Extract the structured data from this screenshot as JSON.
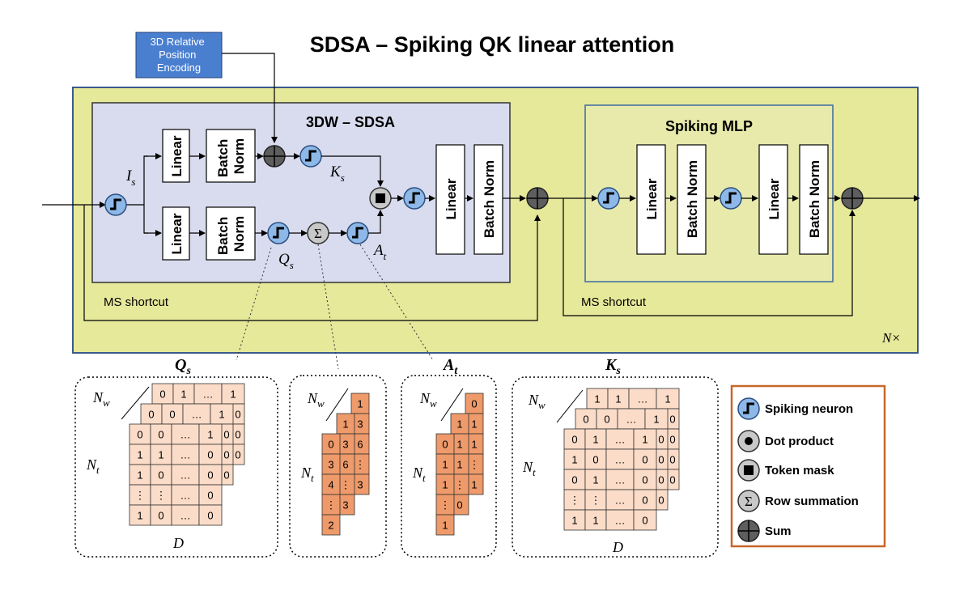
{
  "title": "SDSA – Spiking QK linear attention",
  "pos_encoding": {
    "lines": [
      "3D Relative",
      "Position",
      "Encoding"
    ]
  },
  "sdsa_block": {
    "title": "3DW – SDSA",
    "linear": "Linear",
    "batch_norm_lines": [
      "Batch",
      "Norm"
    ],
    "batch_norm": "Batch Norm"
  },
  "mlp_block": {
    "title": "Spiking MLP",
    "linear": "Linear",
    "batch_norm": "Batch Norm"
  },
  "shortcut_label": "MS shortcut",
  "repeat_label": "N×",
  "var_labels": {
    "Is_base": "I",
    "Is_sub": "s",
    "Ks_base": "K",
    "Ks_sub": "s",
    "Qs_base": "Q",
    "Qs_sub": "s",
    "At_base": "A",
    "At_sub": "t"
  },
  "matrix_titles": {
    "Qs_base": "Q",
    "Qs_sub": "s",
    "At_base": "A",
    "At_sub": "t",
    "Ks_base": "K",
    "Ks_sub": "s"
  },
  "axis": {
    "Nw_base": "N",
    "Nw_sub": "w",
    "Nt_base": "N",
    "Nt_sub": "t",
    "D": "D"
  },
  "qs_matrix": {
    "back_row": [
      "0",
      "1",
      "…",
      "1"
    ],
    "mid_row": [
      "0",
      "0",
      "…",
      "1"
    ],
    "front": [
      [
        "0",
        "0",
        "…",
        "1"
      ],
      [
        "1",
        "1",
        "…",
        "0"
      ],
      [
        "1",
        "0",
        "…",
        "0"
      ],
      [
        "⋮",
        "⋮",
        "…",
        "0"
      ],
      [
        "1",
        "0",
        "…",
        "0"
      ]
    ],
    "right_edge": [
      "0",
      "0",
      "0"
    ]
  },
  "sum_matrix": {
    "back": [
      "1",
      "3",
      "6",
      "⋮",
      "3"
    ],
    "mid": [
      "1",
      "3",
      "6",
      "⋮",
      "3"
    ],
    "front": [
      "0",
      "3",
      "4",
      "⋮",
      "2"
    ]
  },
  "at_matrix": {
    "back": [
      "0",
      "1",
      "1",
      "⋮",
      "1"
    ],
    "mid": [
      "1",
      "1",
      "1",
      "⋮",
      "0"
    ],
    "front": [
      "0",
      "1",
      "1",
      "⋮",
      "1"
    ]
  },
  "ks_matrix": {
    "back_row": [
      "1",
      "1",
      "…",
      "1"
    ],
    "mid_row": [
      "0",
      "0",
      "…",
      "1"
    ],
    "front": [
      [
        "0",
        "1",
        "…",
        "1"
      ],
      [
        "1",
        "0",
        "…",
        "0"
      ],
      [
        "0",
        "1",
        "…",
        "0"
      ],
      [
        "⋮",
        "⋮",
        "…",
        "0"
      ],
      [
        "1",
        "1",
        "…",
        "0"
      ]
    ],
    "right_edge": [
      "0",
      "0",
      "0",
      "0"
    ]
  },
  "legend": [
    {
      "icon": "spiking-neuron",
      "label": "Spiking neuron"
    },
    {
      "icon": "dot-product",
      "label": "Dot product"
    },
    {
      "icon": "token-mask",
      "label": "Token mask"
    },
    {
      "icon": "row-summation",
      "label": "Row summation"
    },
    {
      "icon": "sum",
      "label": "Sum"
    }
  ],
  "colors": {
    "outer_block": "#e6e89a",
    "sdsa_block": "#d9dcee",
    "mlp_block": "#e7eaab",
    "pos_encoding": "#4a7fd0",
    "neuron": "#8db8e8",
    "matrix_light": "#fbdcc8",
    "matrix_orange": "#ee9a6a",
    "legend_border": "#c7672a"
  }
}
